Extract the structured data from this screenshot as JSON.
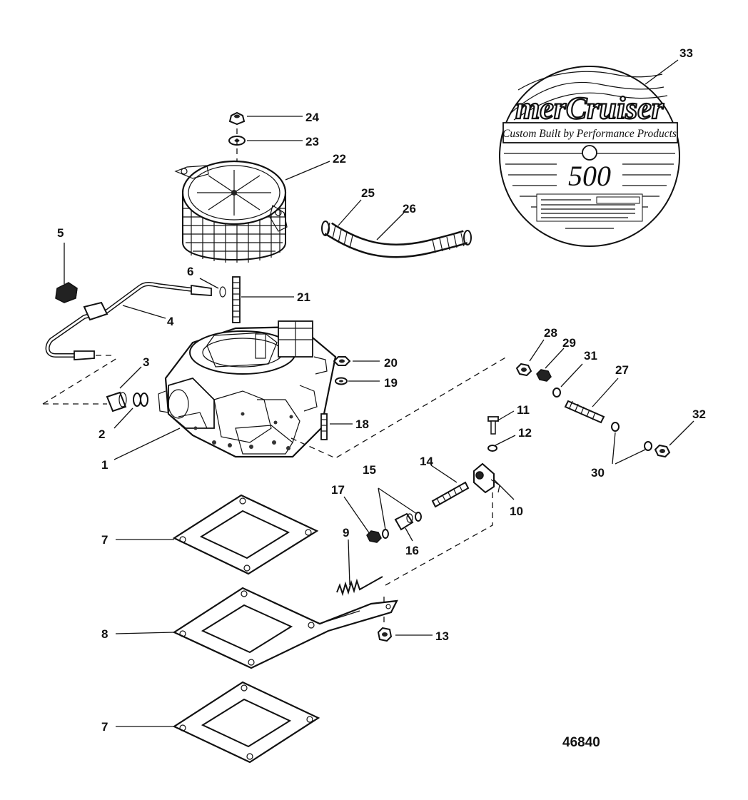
{
  "figure_number": "46840",
  "decal": {
    "brand": "merCruiser",
    "tagline": "Custom Built by Performance Products",
    "model": "500"
  },
  "callouts": [
    "1",
    "2",
    "3",
    "4",
    "5",
    "6",
    "7",
    "7",
    "8",
    "9",
    "10",
    "11",
    "12",
    "13",
    "14",
    "15",
    "16",
    "17",
    "18",
    "19",
    "20",
    "21",
    "22",
    "23",
    "24",
    "25",
    "26",
    "27",
    "28",
    "29",
    "30",
    "31",
    "32",
    "33"
  ]
}
